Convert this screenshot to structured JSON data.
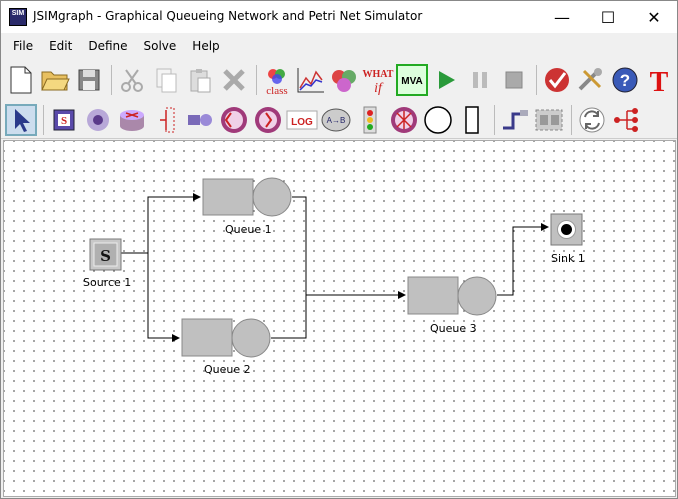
{
  "window": {
    "title": "JSIMgraph - Graphical Queueing Network and Petri Net Simulator",
    "icon_text": "SIM",
    "minimize": "—",
    "maximize": "☐",
    "close": "✕"
  },
  "menu": [
    "File",
    "Edit",
    "Define",
    "Solve",
    "Help"
  ],
  "toolbar_top": [
    {
      "name": "new-icon"
    },
    {
      "name": "open-icon"
    },
    {
      "name": "save-icon"
    },
    {
      "name": "cut-icon"
    },
    {
      "name": "copy-icon"
    },
    {
      "name": "paste-icon"
    },
    {
      "name": "delete-icon"
    },
    {
      "name": "class-icon",
      "text": "class"
    },
    {
      "name": "performance-indices-icon"
    },
    {
      "name": "parameters-icon"
    },
    {
      "name": "what-if-icon",
      "text": "WHAT IF"
    },
    {
      "name": "mva-icon",
      "text": "MVA"
    },
    {
      "name": "play-icon"
    },
    {
      "name": "pause-icon"
    },
    {
      "name": "stop-icon"
    },
    {
      "name": "check-icon"
    },
    {
      "name": "options-icon"
    },
    {
      "name": "help-icon"
    },
    {
      "name": "text-icon",
      "text": "T"
    }
  ],
  "toolbar_bottom": [
    {
      "name": "select-icon"
    },
    {
      "name": "source-station-icon",
      "text": "S"
    },
    {
      "name": "sink-station-icon"
    },
    {
      "name": "router-icon"
    },
    {
      "name": "fork-icon"
    },
    {
      "name": "join-icon"
    },
    {
      "name": "delay-icon"
    },
    {
      "name": "server-icon"
    },
    {
      "name": "logger-icon",
      "text": "LOG"
    },
    {
      "name": "class-switch-icon",
      "text": "A→B"
    },
    {
      "name": "semaphore-icon"
    },
    {
      "name": "scaler-icon"
    },
    {
      "name": "place-icon"
    },
    {
      "name": "transition-icon"
    },
    {
      "name": "connection-icon"
    },
    {
      "name": "blocking-region-icon"
    },
    {
      "name": "rotate-icon"
    },
    {
      "name": "tree-icon"
    }
  ],
  "nodes": {
    "source1": "Source 1",
    "queue1": "Queue 1",
    "queue2": "Queue 2",
    "queue3": "Queue 3",
    "sink1": "Sink 1"
  },
  "colors": {
    "node_fill": "#c0c0c0",
    "edge": "#000000",
    "canvas": "#ffffff"
  }
}
